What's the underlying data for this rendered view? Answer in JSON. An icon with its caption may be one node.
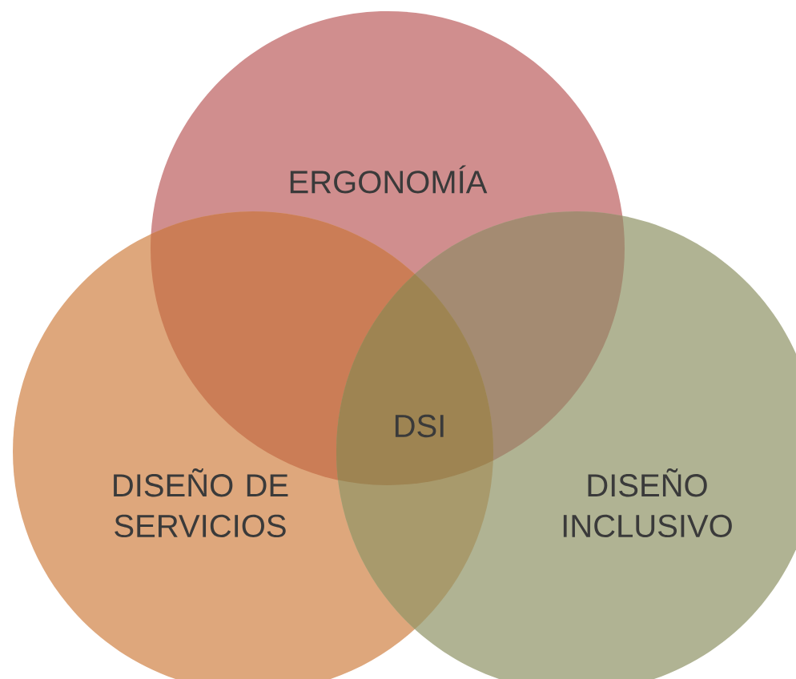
{
  "diagram": {
    "nodes": [
      {
        "text": [
          "ERGONOMÍA"
        ]
      },
      {
        "text": [
          "DISEÑO DE SERVICIOS"
        ]
      },
      {
        "text": [
          "DISEÑO INCLUSIVO"
        ]
      }
    ],
    "labels": [
      "DSI"
    ]
  }
}
